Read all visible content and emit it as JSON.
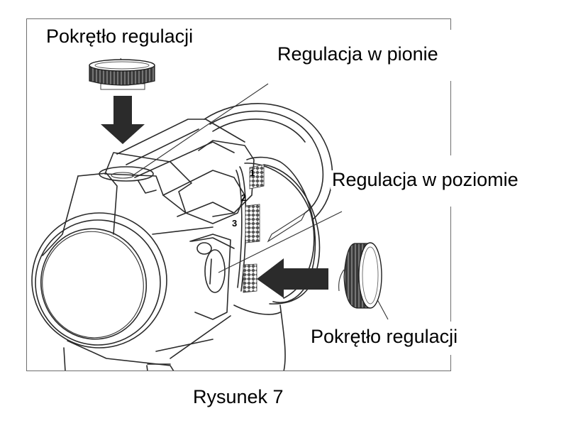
{
  "figure": {
    "caption": "Rysunek 7",
    "labels": {
      "top_knob": "Pokrętło regulacji",
      "elevation": "Regulacja w pionie",
      "windage": "Regulacja w poziomie",
      "side_knob": "Pokrętło regulacji"
    },
    "dial_numbers": [
      "1",
      "2",
      "3"
    ],
    "colors": {
      "line": "#2a2a2a",
      "frame": "#6e6e6e",
      "arrow": "#2b2b2b",
      "background": "#ffffff"
    }
  }
}
